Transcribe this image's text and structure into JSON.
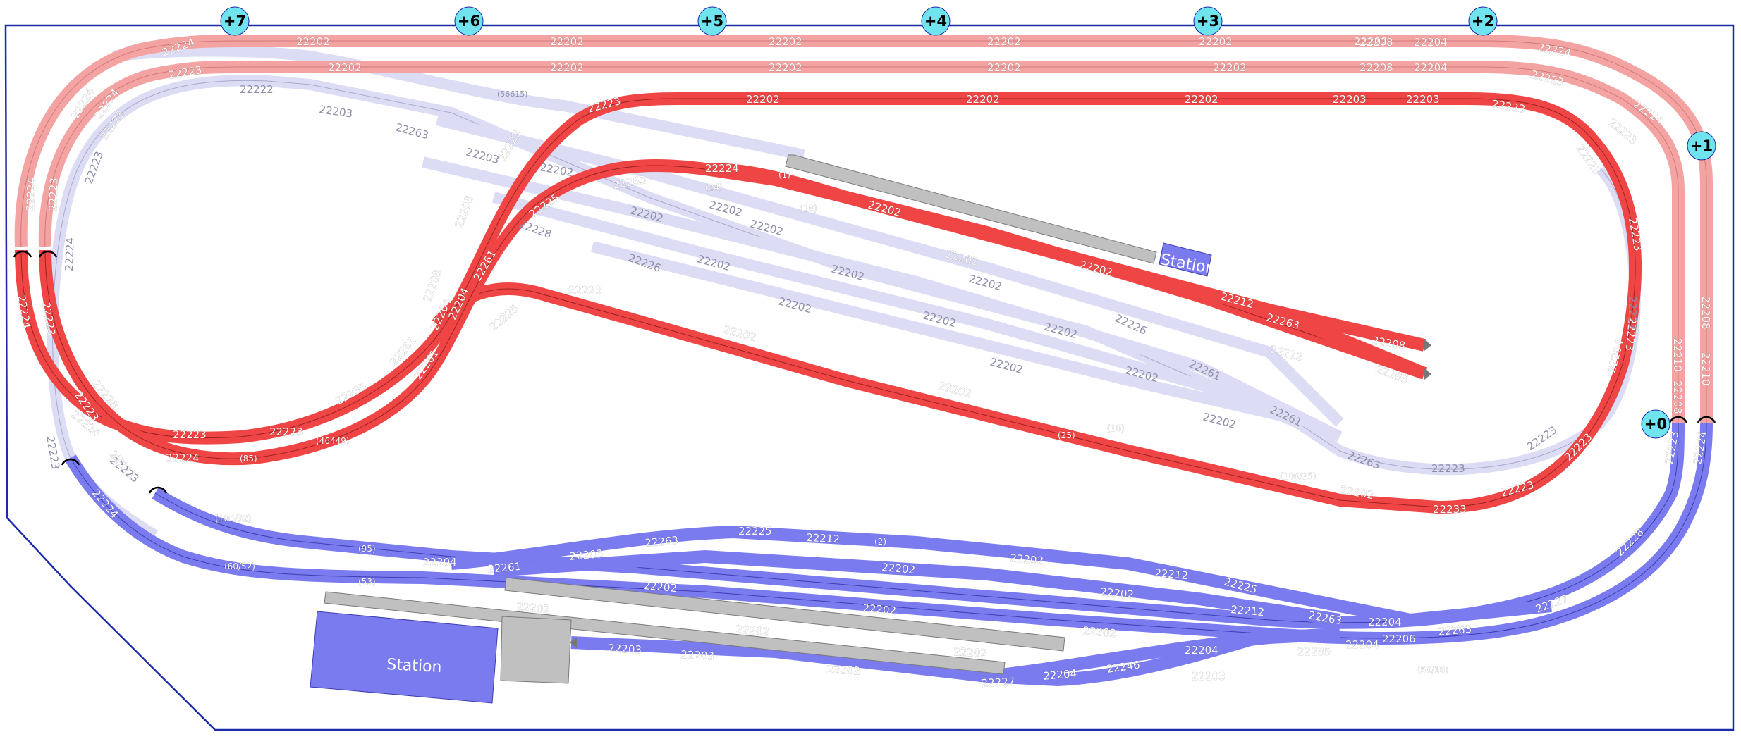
{
  "colors": {
    "outline": "#1b2aa8",
    "track_red": "#f04545",
    "track_pink": "#f4a3a3",
    "track_lavender": "#dcdcf4",
    "track_blue": "#7b7bf0",
    "platform": "#c0c0c0",
    "station_fill": "#7b7bf0",
    "level_marker": "#6fe3ee"
  },
  "level_markers": [
    "+7",
    "+6",
    "+5",
    "+4",
    "+3",
    "+2",
    "+1",
    "+0"
  ],
  "stations": {
    "upper": "Station",
    "lower": "Station"
  },
  "track_labels": {
    "pink_top": [
      "22224",
      "22202",
      "22202",
      "22202",
      "22202",
      "22202",
      "22202",
      "22208",
      "22204",
      "22224"
    ],
    "pink_second": [
      "22223",
      "22202",
      "22202",
      "22202",
      "22202",
      "22202",
      "22208",
      "22204",
      "22223"
    ],
    "pink_left": [
      "22224",
      "22224",
      "22224",
      "22223",
      "22223"
    ],
    "pink_right": [
      "22224",
      "22223",
      "22208",
      "22210",
      "22210",
      "22208"
    ],
    "red_top": [
      "22223",
      "22202",
      "22202",
      "22202",
      "22203",
      "22203",
      "22223",
      "22223",
      "22223",
      "22223",
      "22204",
      "22223"
    ],
    "red_inner": [
      "22224",
      "22263",
      "22202",
      "22202",
      "22202",
      "22212",
      "22263",
      "22208",
      "22212",
      "22263"
    ],
    "red_lower": [
      "22223",
      "22202",
      "22202",
      "22233",
      "22223",
      "22202"
    ],
    "red_left": [
      "22223",
      "22208",
      "22208",
      "22204",
      "22204",
      "22261",
      "22261",
      "22261",
      "22235",
      "22223",
      "22224",
      "22223",
      "22223",
      "22228",
      "22223",
      "22224",
      "22224",
      "22225",
      "22225"
    ],
    "lavender": [
      "22222",
      "22203",
      "22263",
      "22202",
      "22202",
      "22202",
      "22202",
      "22202",
      "22202",
      "22202",
      "22202",
      "22202",
      "22202",
      "22202",
      "22202",
      "22202",
      "22226",
      "22226",
      "22261",
      "22261",
      "22263",
      "22223",
      "22223",
      "22223",
      "22223",
      "22224",
      "22223",
      "22203",
      "22228",
      "22223"
    ],
    "blue": [
      "22224",
      "22223",
      "22204",
      "22203",
      "22263",
      "22225",
      "22212",
      "22202",
      "22202",
      "22202",
      "22212",
      "22225",
      "22202",
      "22202",
      "22202",
      "22202",
      "22202",
      "22212",
      "22263",
      "22204",
      "22263",
      "22227",
      "22228",
      "22261",
      "22204",
      "22203",
      "22227",
      "22204",
      "22246",
      "22203",
      "22203",
      "22202",
      "22202",
      "22235",
      "22204",
      "22206",
      "22223",
      "22224"
    ],
    "small_grey": [
      "(56615)",
      "(18)",
      "(18)",
      "(24)",
      "(85)",
      "(95)",
      "(106/25)",
      "(46449)",
      "(2)",
      "(53)",
      "(1)",
      "(106/32)",
      "(25)",
      "(60/52)",
      "(50/18)"
    ]
  }
}
